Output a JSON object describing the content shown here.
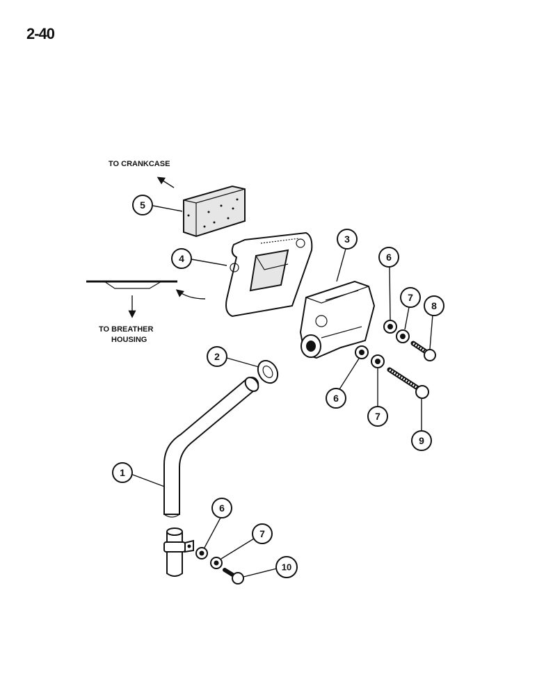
{
  "page": {
    "number": "2-40"
  },
  "labels": {
    "to_crankcase": "TO CRANKCASE",
    "to_breather_line1": "TO BREATHER",
    "to_breather_line2": "HOUSING"
  },
  "callouts": {
    "c1": "1",
    "c2": "2",
    "c3": "3",
    "c4": "4",
    "c5": "5",
    "c6a": "6",
    "c6b": "6",
    "c6c": "6",
    "c7a": "7",
    "c7b": "7",
    "c7c": "7",
    "c8": "8",
    "c9": "9",
    "c10": "10"
  }
}
